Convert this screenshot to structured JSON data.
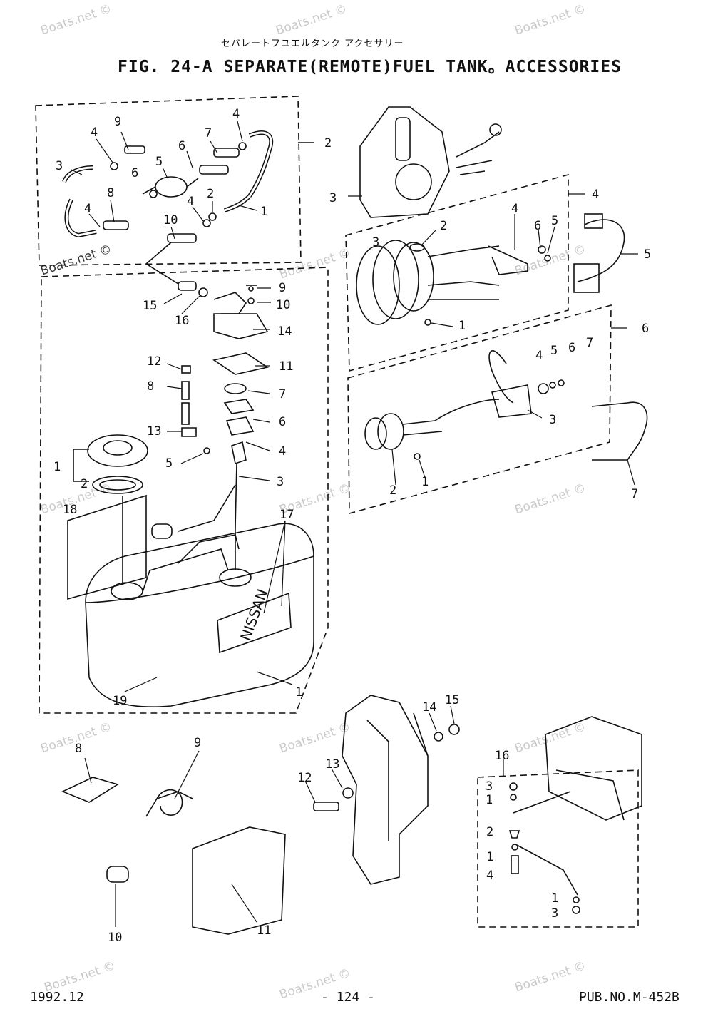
{
  "header": {
    "subtitle": "セパレートフユエルタンク アクセサリー",
    "title": "FIG. 24-A SEPARATE(REMOTE)FUEL TANK。ACCESSORIES"
  },
  "footer": {
    "date": "1992.12",
    "page": "- 124 -",
    "pub": "PUB.NO.M-452B"
  },
  "watermark": "Boats.net ©",
  "tank_brand": "NISSAN",
  "groups": {
    "fuel_hose": {
      "callouts": [
        {
          "n": "9"
        },
        {
          "n": "4"
        },
        {
          "n": "3"
        },
        {
          "n": "5"
        },
        {
          "n": "6"
        },
        {
          "n": "7"
        },
        {
          "n": "4"
        },
        {
          "n": "2"
        },
        {
          "n": "6"
        },
        {
          "n": "8"
        },
        {
          "n": "4"
        },
        {
          "n": "10"
        },
        {
          "n": "4"
        },
        {
          "n": "2"
        },
        {
          "n": "1"
        }
      ]
    },
    "fuel_tank": {
      "callouts": [
        {
          "n": "9"
        },
        {
          "n": "15"
        },
        {
          "n": "16"
        },
        {
          "n": "10"
        },
        {
          "n": "14"
        },
        {
          "n": "12"
        },
        {
          "n": "8"
        },
        {
          "n": "11"
        },
        {
          "n": "7"
        },
        {
          "n": "13"
        },
        {
          "n": "6"
        },
        {
          "n": "4"
        },
        {
          "n": "5"
        },
        {
          "n": "1"
        },
        {
          "n": "2"
        },
        {
          "n": "3"
        },
        {
          "n": "18"
        },
        {
          "n": "17"
        },
        {
          "n": "19"
        },
        {
          "n": "1"
        }
      ]
    },
    "remote_control": {
      "callouts": [
        {
          "n": "3"
        },
        {
          "n": "4"
        },
        {
          "n": "2"
        },
        {
          "n": "3"
        },
        {
          "n": "4"
        },
        {
          "n": "6"
        },
        {
          "n": "5"
        },
        {
          "n": "5"
        },
        {
          "n": "1"
        }
      ]
    },
    "tachometer": {
      "callouts": [
        {
          "n": "6"
        },
        {
          "n": "4"
        },
        {
          "n": "5"
        },
        {
          "n": "6"
        },
        {
          "n": "7"
        },
        {
          "n": "3"
        },
        {
          "n": "2"
        },
        {
          "n": "1"
        },
        {
          "n": "7"
        }
      ]
    },
    "loose_parts": {
      "callouts": [
        {
          "n": "8"
        },
        {
          "n": "9"
        },
        {
          "n": "10"
        },
        {
          "n": "11"
        }
      ]
    },
    "bracket": {
      "callouts": [
        {
          "n": "14"
        },
        {
          "n": "15"
        },
        {
          "n": "13"
        },
        {
          "n": "12"
        }
      ]
    },
    "ground_cable": {
      "callouts": [
        {
          "n": "16"
        },
        {
          "n": "3"
        },
        {
          "n": "1"
        },
        {
          "n": "2"
        },
        {
          "n": "1"
        },
        {
          "n": "4"
        },
        {
          "n": "1"
        },
        {
          "n": "3"
        }
      ]
    }
  }
}
